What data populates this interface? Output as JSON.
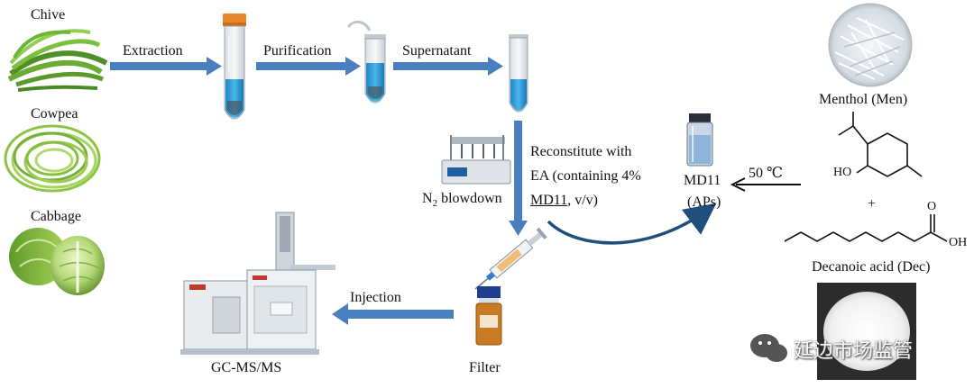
{
  "vegetables": {
    "chive": "Chive",
    "cowpea": "Cowpea",
    "cabbage": "Cabbage"
  },
  "steps": {
    "extraction": "Extraction",
    "purification": "Purification",
    "supernatant": "Supernatant",
    "blowdown_n": "N",
    "blowdown_sub": "2",
    "blowdown_rest": " blowdown",
    "reconstitute_line1": "Reconstitute with",
    "reconstitute_line2": "EA (containing 4%",
    "reconstitute_md": "MD11",
    "reconstitute_vv": ", v/v)",
    "injection": "Injection",
    "filter": "Filter",
    "instrument": "GC-MS/MS"
  },
  "solvent": {
    "name": "MD11",
    "type": "(APs)",
    "temperature": "50 ℃"
  },
  "components": {
    "menthol": "Menthol (Men)",
    "menthol_ho": "HO",
    "plus": "+",
    "decanoic": "Decanoic acid (Dec)",
    "acid_o": "O",
    "acid_oh": "OH"
  },
  "watermark": "延边市场监管",
  "colors": {
    "arrow_blue": "#4a7fbf",
    "liquid_blue": "#2e9fd8",
    "tube_orange": "#e8862c"
  }
}
